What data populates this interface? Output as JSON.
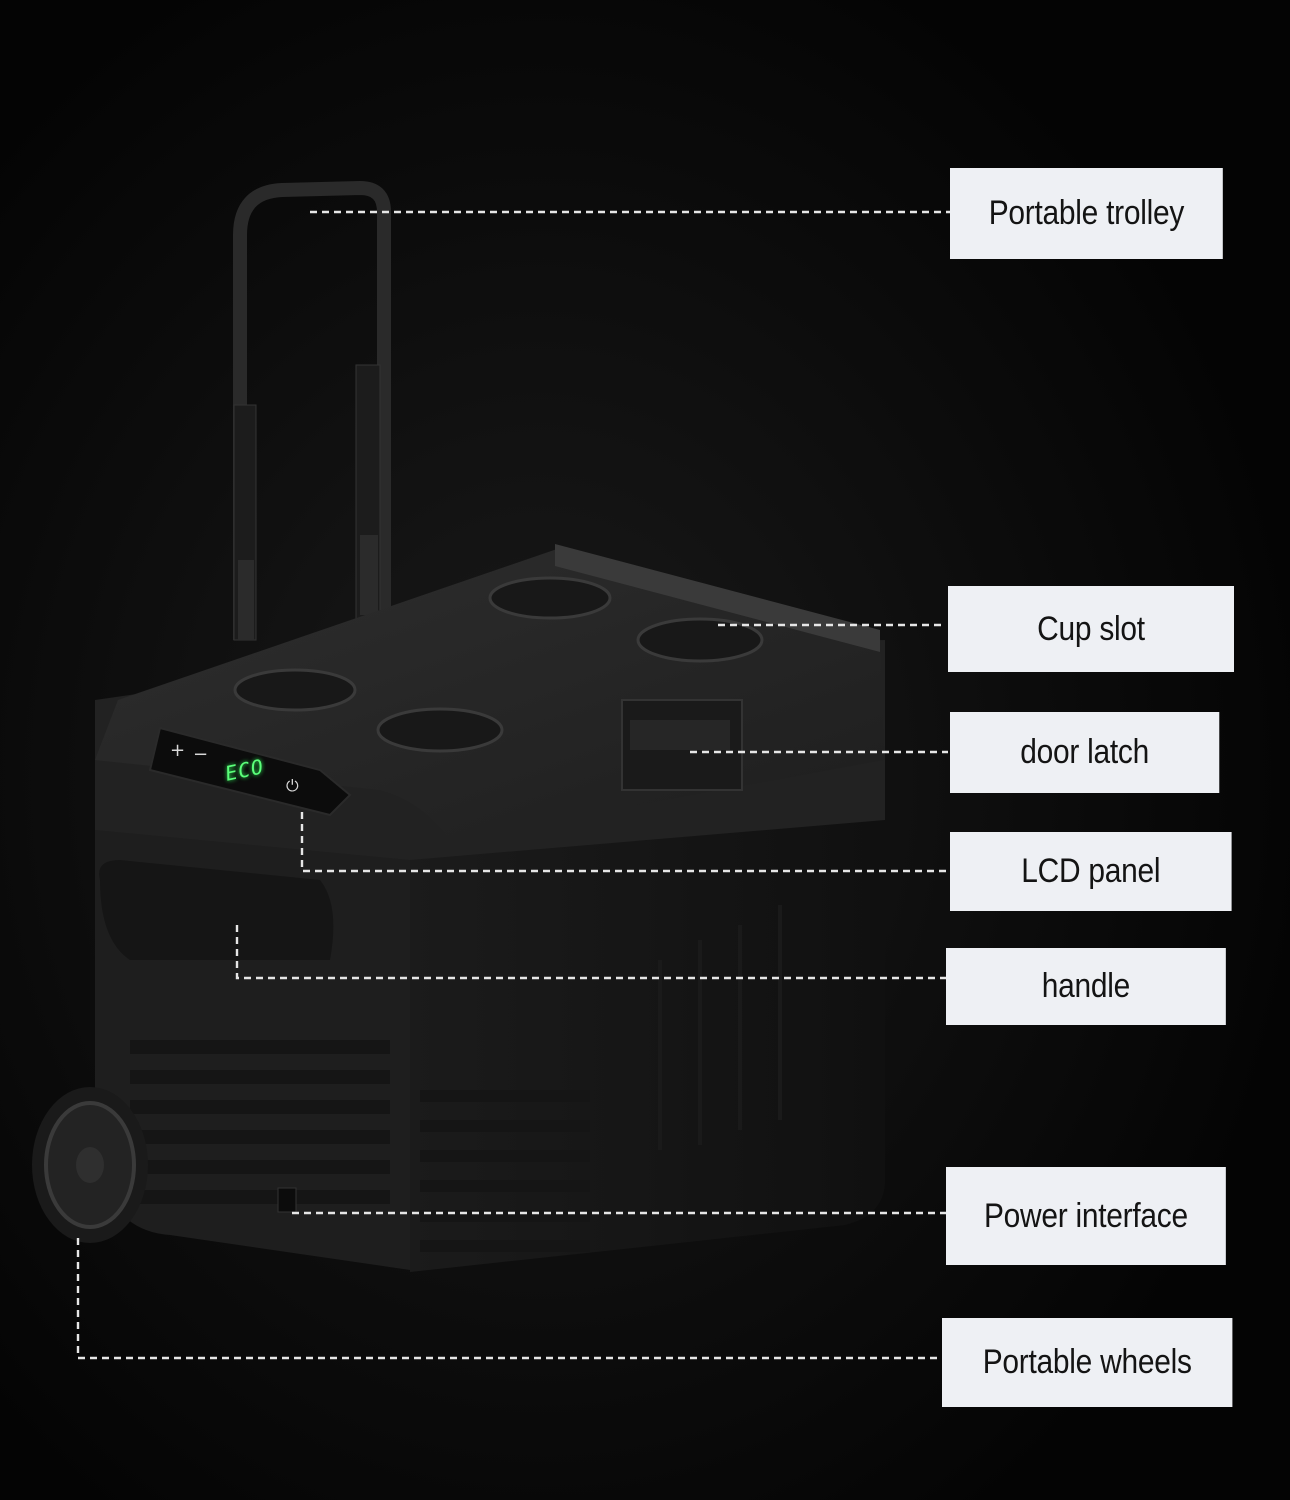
{
  "labels": {
    "trolley": "Portable trolley",
    "cup_slot": "Cup slot",
    "door_latch": "door latch",
    "lcd_panel": "LCD panel",
    "handle": "handle",
    "power_interface": "Power interface",
    "wheels": "Portable wheels"
  },
  "lcd": {
    "plus": "+",
    "minus": "−",
    "mode": "ECO",
    "power_icon": "power-icon"
  },
  "colors": {
    "background": "#050505",
    "label_bg": "#eef0f4",
    "label_text": "#141414",
    "leader_line": "#e6e6e6",
    "lcd_green": "#5bff7a"
  }
}
